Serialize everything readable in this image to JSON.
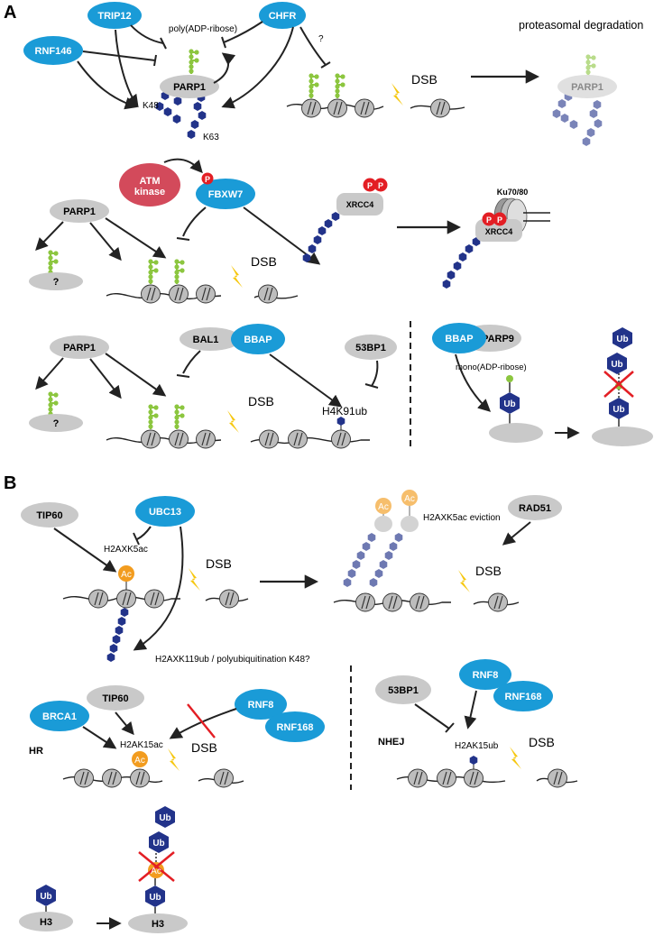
{
  "panels": {
    "a": "A",
    "b": "B"
  },
  "proteins": {
    "trip12": "TRIP12",
    "chfr": "CHFR",
    "rnf146": "RNF146",
    "parp1": "PARP1",
    "atm": "ATM kinase",
    "fbxw7": "FBXW7",
    "xrcc4": "XRCC4",
    "ku": "Ku70/80",
    "bal1": "BAL1",
    "bbap": "BBAP",
    "p53bp1": "53BP1",
    "parp9": "PARP9",
    "tip60": "TIP60",
    "ubc13": "UBC13",
    "rad51": "RAD51",
    "brca1": "BRCA1",
    "rnf8": "RNF8",
    "rnf168": "RNF168",
    "h3": "H3"
  },
  "labels": {
    "par": "poly(ADP-ribose)",
    "k48": "K48",
    "k63": "K63",
    "question": "?",
    "proteasomal": "proteasomal degradation",
    "dsb": "DSB",
    "phospho": "P",
    "h4k91ub": "H4K91ub",
    "mono_par": "mono(ADP-ribose)",
    "ub": "Ub",
    "ac": "Ac",
    "h2axk5ac": "H2AXK5ac",
    "h2axk5ac_eviction": "H2AXK5ac eviction",
    "h2axk119ub": "H2AXK119ub / polyubiquitination K48?",
    "hr": "HR",
    "nhej": "NHEJ",
    "h2ak15ac": "H2AK15ac",
    "h2ak15ub": "H2AK15ub"
  },
  "colors": {
    "blue_oval": "#1a9bd7",
    "grey_oval": "#c9c9c9",
    "red_oval": "#d34a5b",
    "par_green": "#8cc63f",
    "ub_navy": "#22338a",
    "ac_orange": "#f29c1f",
    "bolt_yellow": "#f6c70f",
    "phospho_red": "#e31e24"
  }
}
